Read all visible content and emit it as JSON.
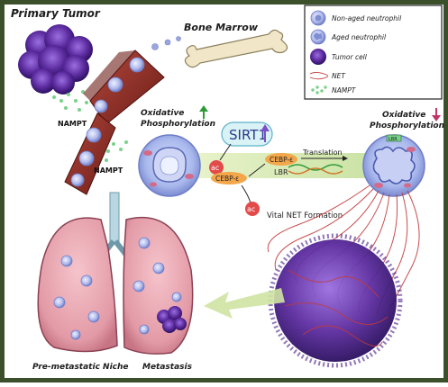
{
  "labels": {
    "primary_tumor": "Primary Tumor",
    "bone_marrow": "Bone Marrow",
    "nampt_top": "NAMPT",
    "nampt_mid": "NAMPT",
    "oxphos_left_line1": "Oxidative",
    "oxphos_left_line2": "Phosphorylation",
    "oxphos_right_line1": "Oxidative",
    "oxphos_right_line2": "Phosphorylation",
    "sirt1": "SIRT1",
    "ac_left": "ac",
    "ac_bottom": "ac",
    "cebpe_left": "CEBP-ε",
    "cebpe_right": "CEBP-ε",
    "lbr": "LBR",
    "translation": "Translation",
    "lbr_mini": "LBR",
    "vital_net": "Vital NET Formation",
    "pre_metastatic": "Pre-metastatic Niche",
    "metastasis": "Metastasis"
  },
  "legend": {
    "items": [
      {
        "label": "Non-aged neutrophil",
        "icon": "non-aged-neutrophil-icon"
      },
      {
        "label": "Aged neutrophil",
        "icon": "aged-neutrophil-icon"
      },
      {
        "label": "Tumor cell",
        "icon": "tumor-cell-icon"
      },
      {
        "label": "NET",
        "icon": "net-fiber-icon"
      },
      {
        "label": "NAMPT",
        "icon": "nampt-dot-icon"
      }
    ]
  },
  "arrows": {
    "oxphos_left": "up",
    "oxphos_right": "down",
    "sirt1": "up"
  },
  "colors": {
    "frame": "#3a4f2a",
    "vessel": "#8a2a22",
    "neutrophil": "#9aa7df",
    "tumor": "#5a2a9a",
    "nampt": "#79d28a",
    "net": "#c23a3a",
    "lung": "#e9a3ae",
    "sirt1_arrow": "#7a4fc8",
    "up_arrow": "#2f9a3a",
    "down_arrow": "#c0346a",
    "green_arrow": "#cfe3a3"
  }
}
